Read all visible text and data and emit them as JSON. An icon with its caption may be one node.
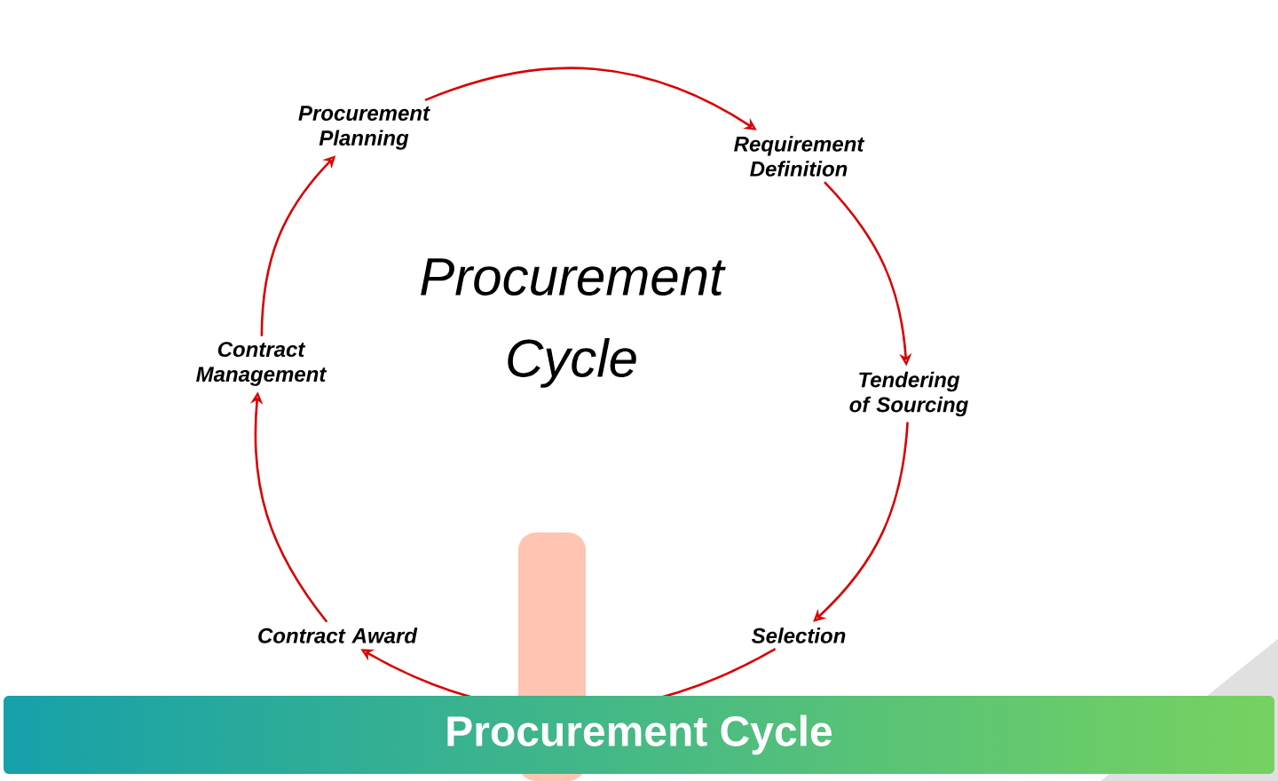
{
  "diagram": {
    "title": "Procurement Cycle",
    "nodes": [
      {
        "text": [
          "Procurement Planning"
        ]
      },
      {
        "text": [
          "Requirement Definition"
        ]
      },
      {
        "text": [
          "Tendering of Sourcing"
        ]
      },
      {
        "text": [
          "Selection"
        ]
      },
      {
        "text": [
          "Contract Award"
        ]
      },
      {
        "text": [
          "Contract Management"
        ]
      }
    ],
    "edges": [
      {
        "from": 0,
        "to": 1,
        "arrow": "to"
      },
      {
        "from": 1,
        "to": 2,
        "arrow": "to"
      },
      {
        "from": 2,
        "to": 3,
        "arrow": "to"
      },
      {
        "from": 3,
        "to": 4,
        "arrow": "to"
      },
      {
        "from": 4,
        "to": 5,
        "arrow": "to"
      },
      {
        "from": 5,
        "to": 0,
        "arrow": "to"
      }
    ],
    "labels": [
      "Procurement Cycle"
    ]
  }
}
